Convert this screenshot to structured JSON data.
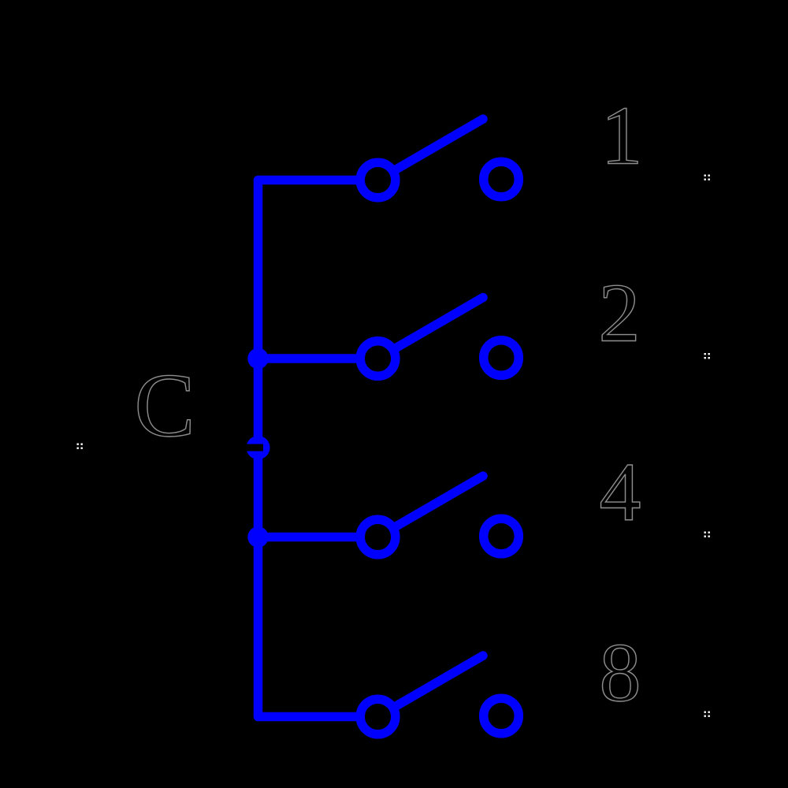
{
  "diagram": {
    "type": "circuit-schematic",
    "common_terminal": {
      "label": "C"
    },
    "switches": [
      {
        "label": "1",
        "state": "open"
      },
      {
        "label": "2",
        "state": "open"
      },
      {
        "label": "4",
        "state": "open"
      },
      {
        "label": "8",
        "state": "open"
      }
    ],
    "colors": {
      "background": "#000000",
      "wire": "#0000ff",
      "label_fill": "#000000",
      "label_outline": "#8f8f8f",
      "terminal_marker": "#ffffff"
    }
  }
}
